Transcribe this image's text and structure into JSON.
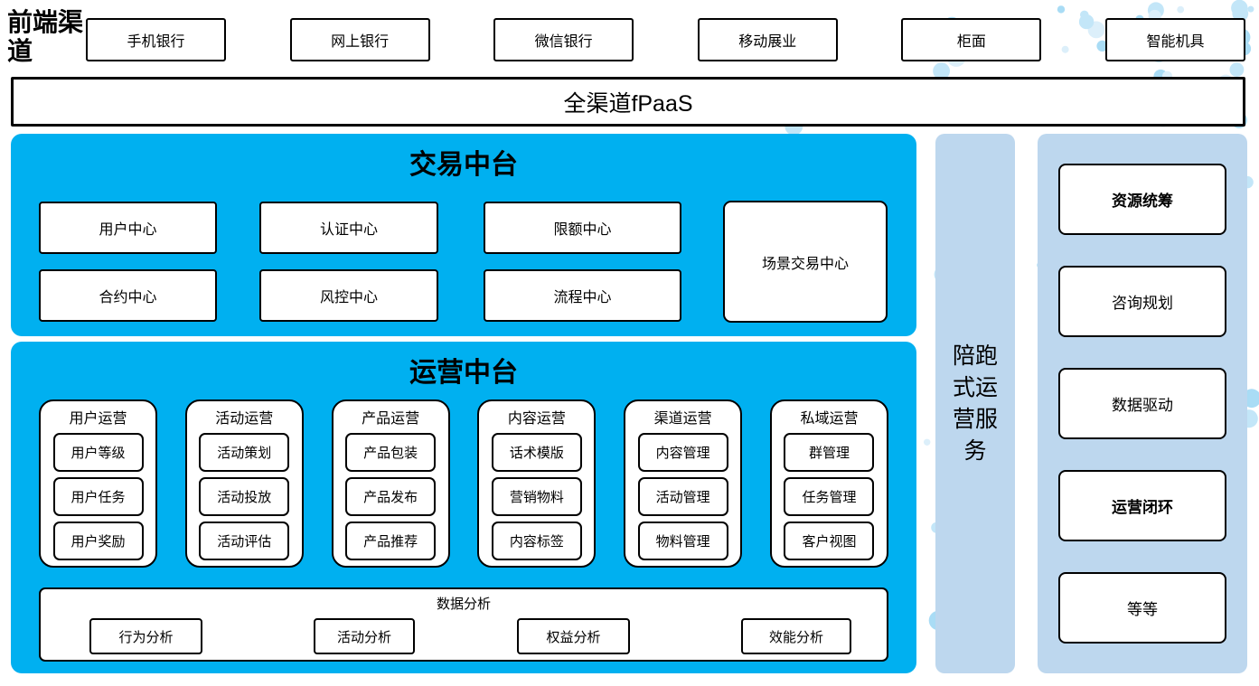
{
  "front_channels": {
    "label": "前端渠道",
    "items": [
      "手机银行",
      "网上银行",
      "微信银行",
      "移动展业",
      "柜面",
      "智能机具"
    ]
  },
  "fpaas": {
    "label": "全渠道fPaaS"
  },
  "trade_platform": {
    "title": "交易中台",
    "grid_items": [
      "用户中心",
      "认证中心",
      "限额中心",
      "合约中心",
      "风控中心",
      "流程中心"
    ],
    "tall_item": "场景交易中心"
  },
  "ops_platform": {
    "title": "运营中台",
    "columns": [
      {
        "header": "用户运营",
        "items": [
          "用户等级",
          "用户任务",
          "用户奖励"
        ]
      },
      {
        "header": "活动运营",
        "items": [
          "活动策划",
          "活动投放",
          "活动评估"
        ]
      },
      {
        "header": "产品运营",
        "items": [
          "产品包装",
          "产品发布",
          "产品推荐"
        ]
      },
      {
        "header": "内容运营",
        "items": [
          "话术模版",
          "营销物料",
          "内容标签"
        ]
      },
      {
        "header": "渠道运营",
        "items": [
          "内容管理",
          "活动管理",
          "物料管理"
        ]
      },
      {
        "header": "私域运营",
        "items": [
          "群管理",
          "任务管理",
          "客户视图"
        ]
      }
    ],
    "analysis": {
      "header": "数据分析",
      "items": [
        "行为分析",
        "活动分析",
        "权益分析",
        "效能分析"
      ]
    }
  },
  "side_bar": {
    "label": "陪跑式运营服务"
  },
  "right_panel": {
    "items": [
      {
        "label": "资源统筹",
        "bold": true
      },
      {
        "label": "咨询规划",
        "bold": false
      },
      {
        "label": "数据驱动",
        "bold": false
      },
      {
        "label": "运营闭环",
        "bold": true
      },
      {
        "label": "等等",
        "bold": false
      }
    ]
  },
  "colors": {
    "bright_blue": "#00B0F0",
    "light_blue": "#BDD7EE",
    "dot_light": "#DCEFFA",
    "dot_mid": "#C3E6F8",
    "dot_dark": "#A9DCF5"
  }
}
